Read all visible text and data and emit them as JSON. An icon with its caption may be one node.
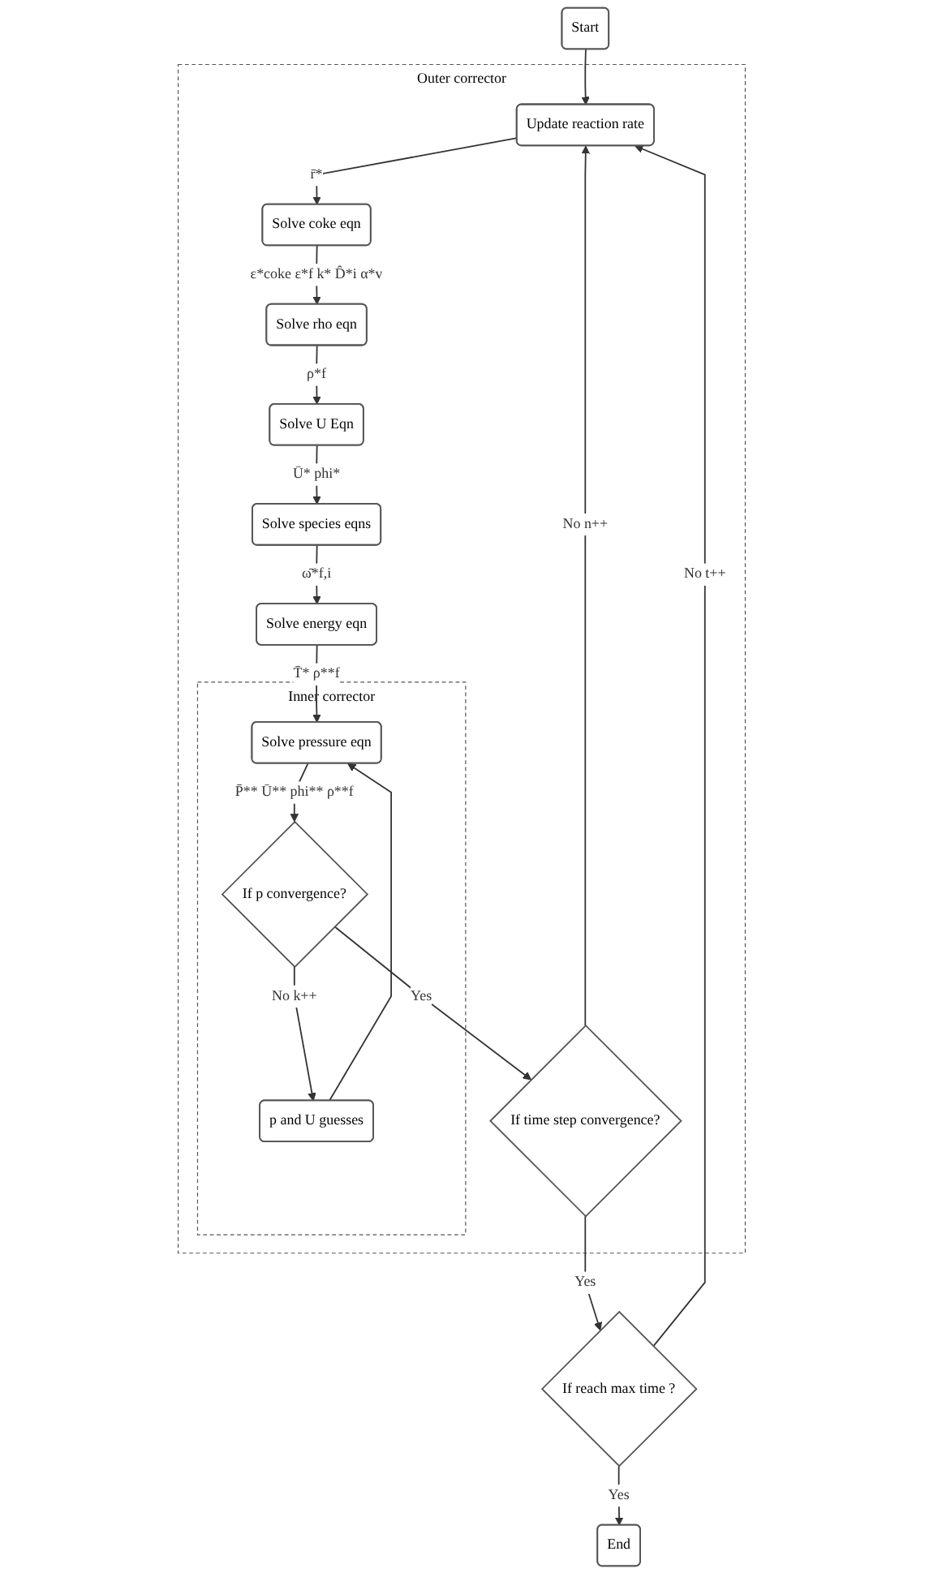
{
  "diagram": {
    "nodes": [
      {
        "text": [
          "Start"
        ]
      },
      {
        "text": [
          "Outer corrector"
        ]
      },
      {
        "text": [
          "Update reaction rate"
        ],
        "in": 1
      },
      {
        "text": [
          "Solve coke eqn"
        ],
        "in": 1
      },
      {
        "text": [
          "Solve rho eqn"
        ],
        "in": 1
      },
      {
        "text": [
          "Solve U Eqn"
        ],
        "in": 1
      },
      {
        "text": [
          "Solve species eqns"
        ],
        "in": 1
      },
      {
        "text": [
          "Solve energy eqn"
        ],
        "in": 1
      },
      {
        "text": [
          "Inner corrector"
        ],
        "in": 1
      },
      {
        "text": [
          "Solve pressure eqn"
        ],
        "in": 8
      },
      {
        "text": [
          "p and U guesses"
        ],
        "in": 8
      },
      {
        "text": [
          "If p convergence?"
        ],
        "in": 8
      },
      {
        "text": [
          "If time step convergence?"
        ],
        "in": 1
      },
      {
        "text": [
          "If reach max time ?"
        ]
      },
      {
        "text": [
          "End"
        ]
      }
    ],
    "edges": [
      {
        "from": 0,
        "to": 2,
        "arrow": "to"
      },
      {
        "from": 2,
        "to": 3,
        "arrow": "to",
        "label": "r̄*"
      },
      {
        "from": 3,
        "to": 4,
        "arrow": "to",
        "label": "ε*coke ε*f k* D̂*i α*v"
      },
      {
        "from": 4,
        "to": 5,
        "arrow": "to",
        "label": "ρ*f"
      },
      {
        "from": 5,
        "to": 6,
        "arrow": "to",
        "label": "Ū* phi*"
      },
      {
        "from": 6,
        "to": 7,
        "arrow": "to",
        "label": "ω̄*f,i"
      },
      {
        "from": 7,
        "to": 9,
        "arrow": "to",
        "label": "T̄* ρ**f"
      },
      {
        "from": 9,
        "to": 11,
        "arrow": "to",
        "label": "P̄** Ū** phi** ρ**f"
      },
      {
        "from": 11,
        "to": 10,
        "arrow": "to",
        "label": "No k++"
      },
      {
        "from": 10,
        "to": 9,
        "arrow": "to"
      },
      {
        "from": 11,
        "to": 12,
        "arrow": "to",
        "label": "Yes"
      },
      {
        "from": 12,
        "to": 2,
        "arrow": "to",
        "label": "No n++"
      },
      {
        "from": 12,
        "to": 13,
        "arrow": "to",
        "label": "Yes"
      },
      {
        "from": 13,
        "to": 2,
        "arrow": "to",
        "label": "No t++"
      },
      {
        "from": 13,
        "to": 14,
        "arrow": "to",
        "label": "Yes"
      }
    ]
  }
}
